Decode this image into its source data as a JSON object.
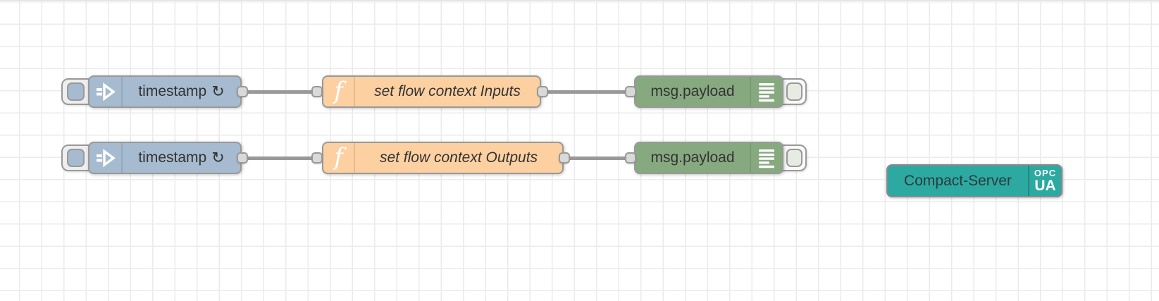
{
  "colors": {
    "inject": "#a6bbcf",
    "func": "#fdd0a2",
    "debug": "#87a980",
    "server": "#2ca9a1",
    "wire": "#999999",
    "port": "#d9d9d9",
    "border": "#999999",
    "grid": "#ebebeb",
    "label": "#333333",
    "tab": "#eeeeee",
    "toggle": "#e7ece3"
  },
  "flows": [
    {
      "inject": {
        "label": "timestamp",
        "repeat_icon": "↻"
      },
      "function": {
        "label": "set flow context Inputs",
        "icon": "f"
      },
      "debug": {
        "label": "msg.payload"
      }
    },
    {
      "inject": {
        "label": "timestamp",
        "repeat_icon": "↻"
      },
      "function": {
        "label": "set flow context Outputs",
        "icon": "f"
      },
      "debug": {
        "label": "msg.payload"
      }
    }
  ],
  "server": {
    "label": "Compact-Server",
    "badge": {
      "line1": "OPC",
      "line2": "UA"
    }
  }
}
